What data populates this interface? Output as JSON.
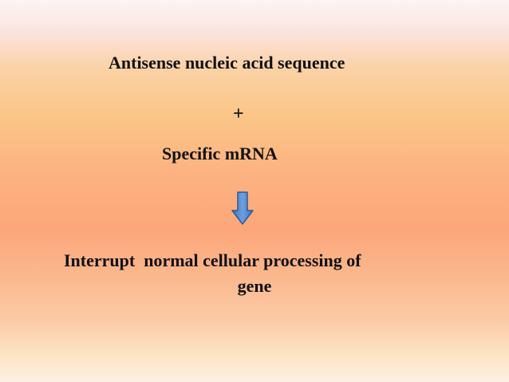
{
  "slide": {
    "line1": "Antisense nucleic acid sequence",
    "plus": "+",
    "line2": "Specific mRNA",
    "line3": "Interrupt  normal cellular processing of",
    "line4": "gene"
  },
  "colors": {
    "arrow_fill": "#5b8fd6",
    "arrow_stroke": "#2e5a96",
    "text": "#111111"
  },
  "icons": {
    "arrow": "down-arrow-icon"
  }
}
